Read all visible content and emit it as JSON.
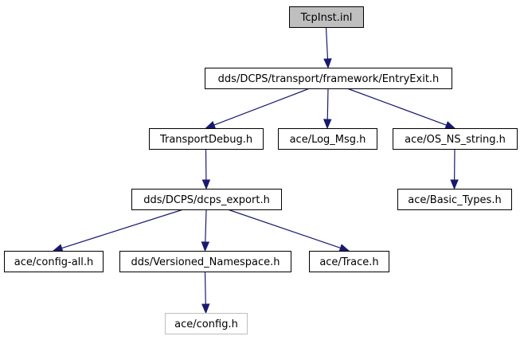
{
  "graph": {
    "nodes": [
      {
        "id": "tcpinst",
        "label": "TcpInst.inl",
        "style": "root"
      },
      {
        "id": "entryexit",
        "label": "dds/DCPS/transport/framework/EntryExit.h",
        "style": "normal"
      },
      {
        "id": "transportdebug",
        "label": "TransportDebug.h",
        "style": "normal"
      },
      {
        "id": "logmsg",
        "label": "ace/Log_Msg.h",
        "style": "normal"
      },
      {
        "id": "osnsstring",
        "label": "ace/OS_NS_string.h",
        "style": "normal"
      },
      {
        "id": "dcpsexport",
        "label": "dds/DCPS/dcps_export.h",
        "style": "normal"
      },
      {
        "id": "basictypes",
        "label": "ace/Basic_Types.h",
        "style": "normal"
      },
      {
        "id": "configall",
        "label": "ace/config-all.h",
        "style": "normal"
      },
      {
        "id": "versioned",
        "label": "dds/Versioned_Namespace.h",
        "style": "normal"
      },
      {
        "id": "trace",
        "label": "ace/Trace.h",
        "style": "normal"
      },
      {
        "id": "config",
        "label": "ace/config.h",
        "style": "missing"
      }
    ],
    "edges": [
      {
        "from": "tcpinst",
        "to": "entryexit"
      },
      {
        "from": "entryexit",
        "to": "transportdebug"
      },
      {
        "from": "entryexit",
        "to": "logmsg"
      },
      {
        "from": "entryexit",
        "to": "osnsstring"
      },
      {
        "from": "transportdebug",
        "to": "dcpsexport"
      },
      {
        "from": "osnsstring",
        "to": "basictypes"
      },
      {
        "from": "dcpsexport",
        "to": "configall"
      },
      {
        "from": "dcpsexport",
        "to": "versioned"
      },
      {
        "from": "dcpsexport",
        "to": "trace"
      },
      {
        "from": "versioned",
        "to": "config"
      }
    ],
    "colors": {
      "edge": "#191970",
      "root_fill": "#bfbfbf",
      "missing_border": "#bfbfbf"
    }
  }
}
